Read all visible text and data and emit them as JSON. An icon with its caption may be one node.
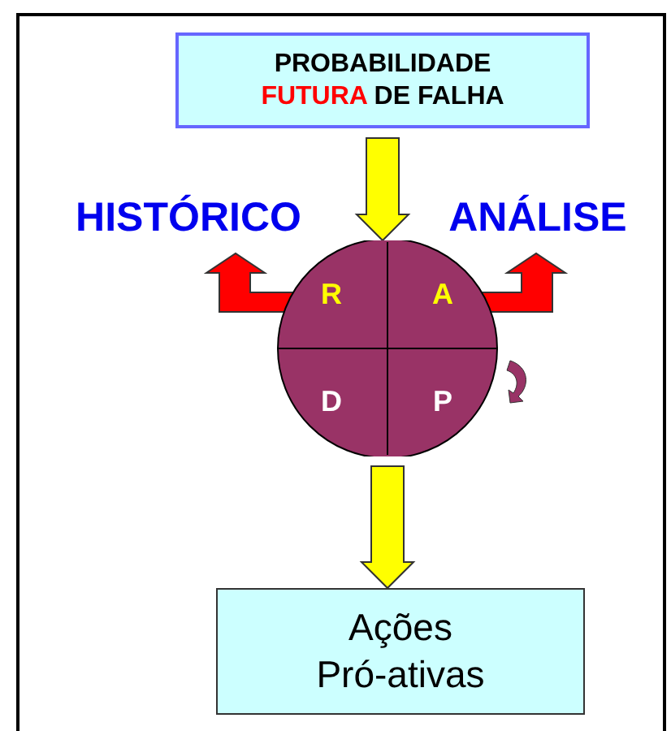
{
  "diagram": {
    "nodes": [
      {
        "text": [
          "PROBABILIDADE *FUTURA* DE FALHA"
        ]
      },
      {
        "text": [],
        "shape": "circle"
      },
      {
        "text": [
          "R"
        ],
        "in": 1
      },
      {
        "text": [
          "A"
        ],
        "in": 1
      },
      {
        "text": [
          "D"
        ],
        "in": 1
      },
      {
        "text": [
          "P"
        ],
        "in": 1
      },
      {
        "text": [
          "HISTÓRICO"
        ]
      },
      {
        "text": [
          "ANÁLISE"
        ]
      },
      {
        "text": [
          "Ações Pró-ativas"
        ]
      }
    ],
    "edges": [
      {
        "from": 0,
        "to": 1,
        "arrow": "to",
        "color": "#ffff00"
      },
      {
        "from": 2,
        "to": 6,
        "arrow": "to",
        "color": "#ff0000"
      },
      {
        "from": 3,
        "to": 7,
        "arrow": "to",
        "color": "#ff0000"
      },
      {
        "from": 1,
        "to": 8,
        "arrow": "to",
        "color": "#ffff00"
      }
    ]
  }
}
